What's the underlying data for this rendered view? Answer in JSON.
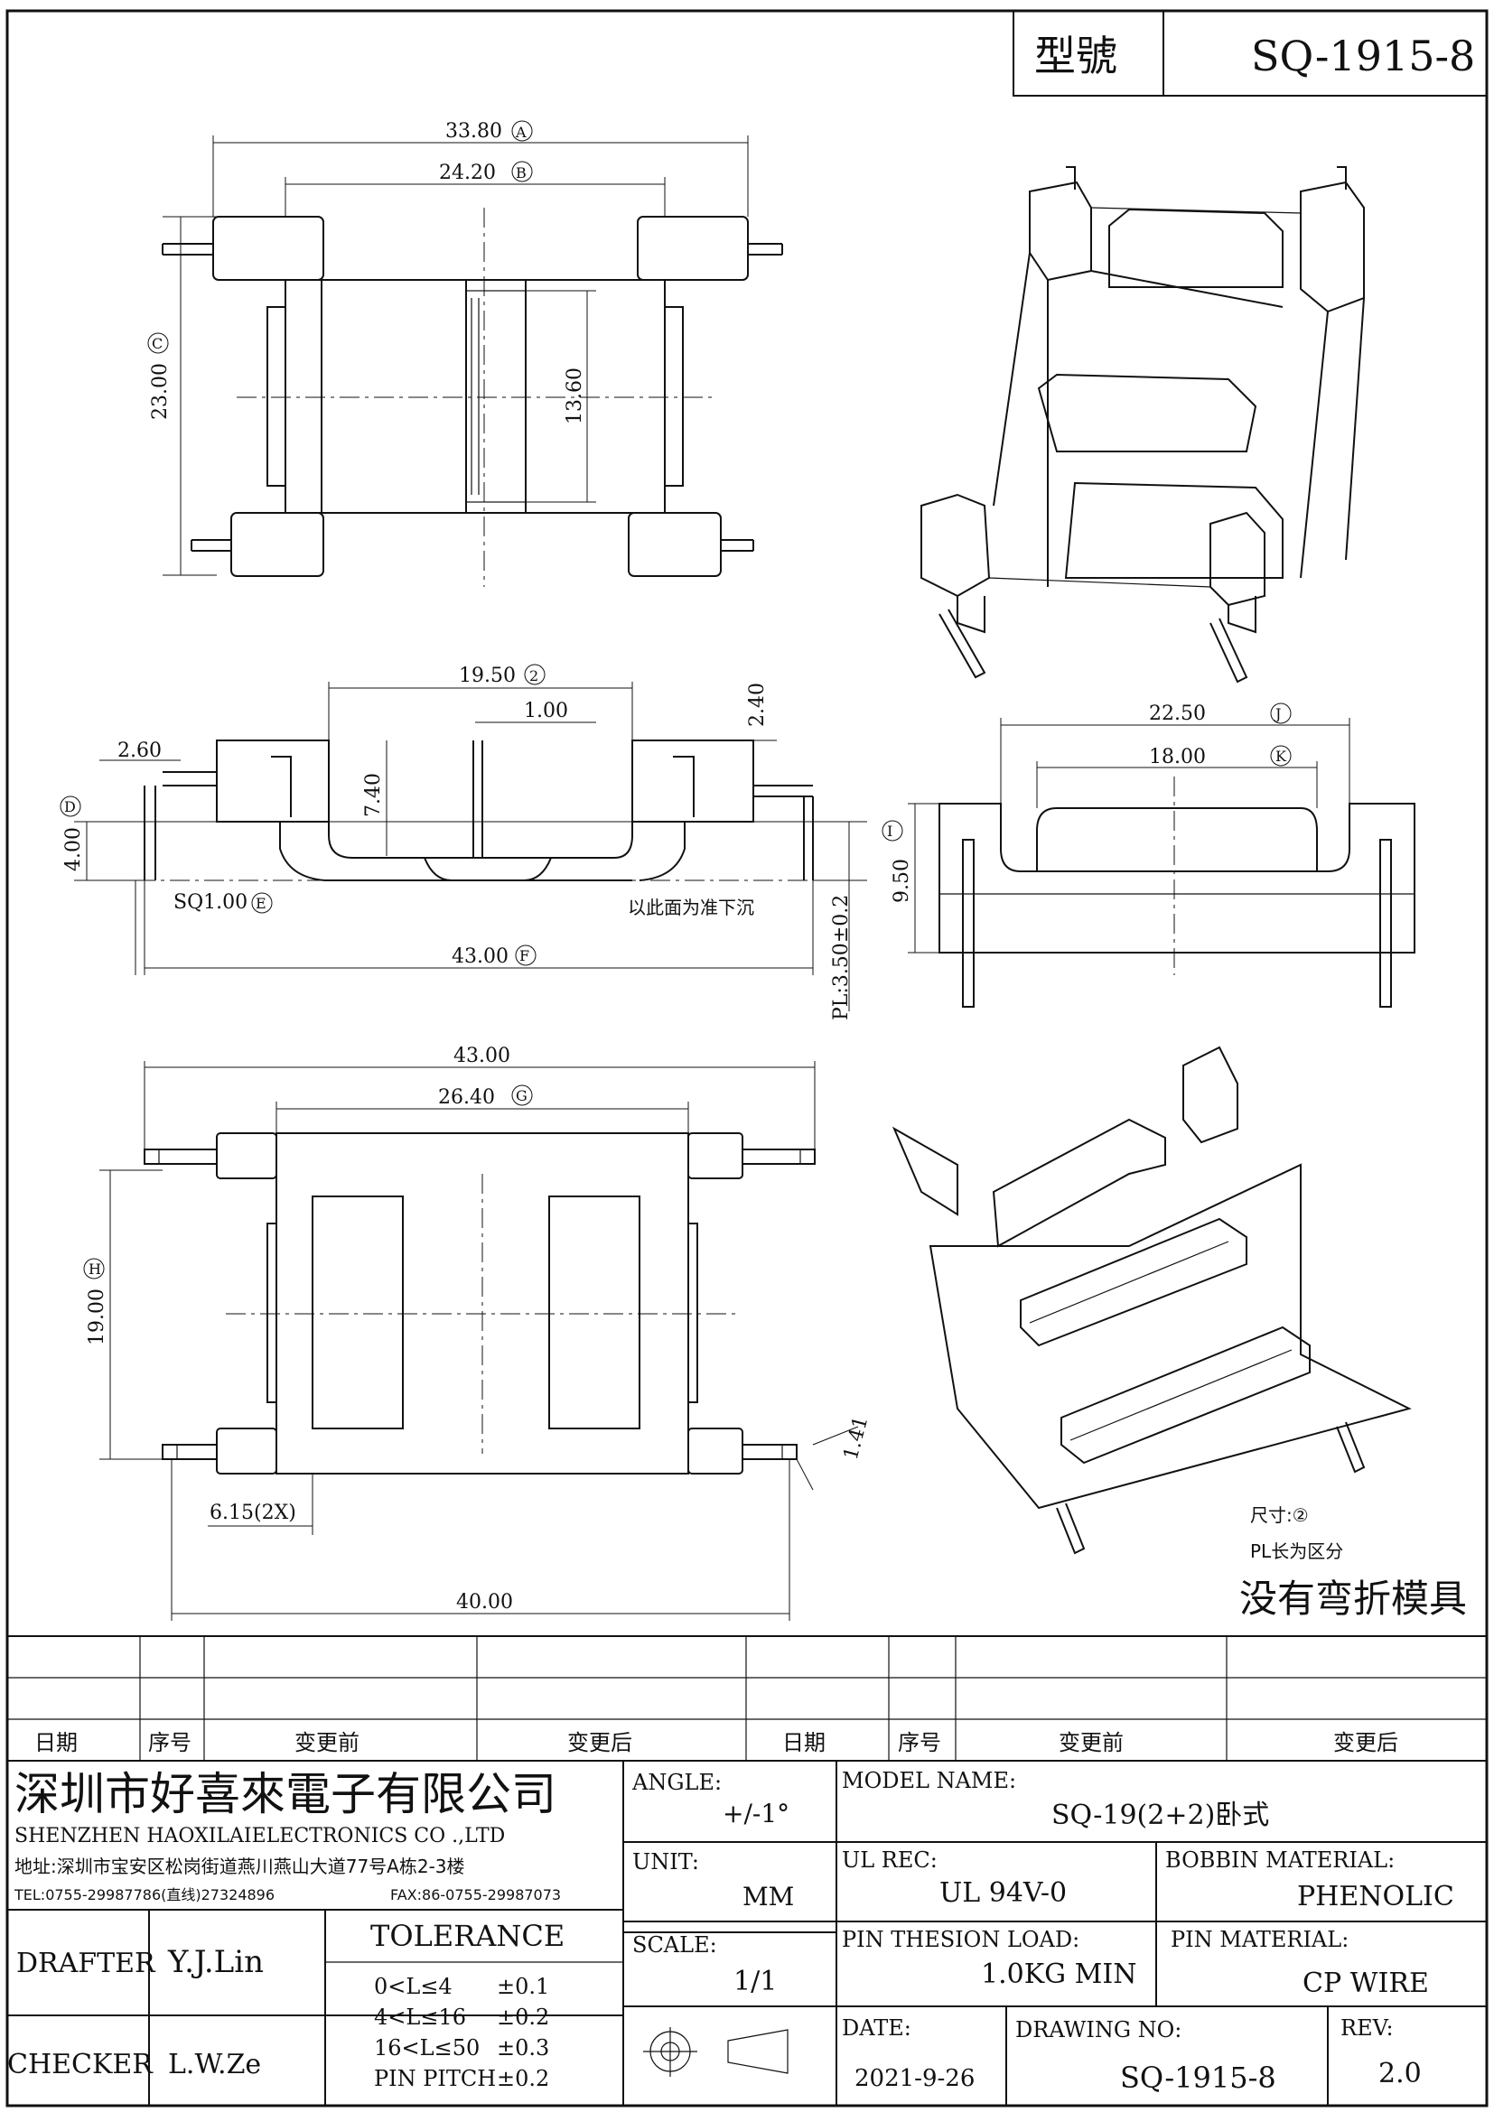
{
  "title_block": {
    "model_label": "型號",
    "model_value": "SQ-1915-8"
  },
  "dimensions": {
    "A": "33.80",
    "A_tag": "A",
    "B": "24.20",
    "B_tag": "B",
    "C": "23.00",
    "C_tag": "C",
    "inner": "13.60",
    "d2": "19.50",
    "d2_tag": "2",
    "d100": "1.00",
    "d240": "2.40",
    "d260": "2.60",
    "d740": "7.40",
    "D_tag": "D",
    "d400": "4.00",
    "E": "SQ1.00",
    "E_tag": "E",
    "F": "43.00",
    "F_tag": "F",
    "PL": "PL:3.50±0.2",
    "J": "22.50",
    "J_tag": "J",
    "K": "18.00",
    "K_tag": "K",
    "I": "9.50",
    "I_tag": "I",
    "top43": "43.00",
    "G": "26.40",
    "G_tag": "G",
    "H": "19.00",
    "H_tag": "H",
    "d141": "1.41",
    "d615": "6.15(2X)",
    "d4000": "40.00"
  },
  "notes": {
    "sink_note": "以此面为准下沉",
    "size_note": "尺寸:②",
    "pl_note": "PL长为区分",
    "no_bend": "没有弯折模具"
  },
  "revision_table": {
    "headers": [
      "日期",
      "序号",
      "变更前",
      "变更后",
      "日期",
      "序号",
      "变更前",
      "变更后"
    ]
  },
  "company": {
    "name_cn": "深圳市好喜來電子有限公司",
    "name_en": "SHENZHEN HAOXILAIELECTRONICS CO .,LTD",
    "address": "地址:深圳市宝安区松岗街道燕川燕山大道77号A栋2-3楼",
    "tel": "TEL:0755-29987786(直线)27324896",
    "fax": "FAX:86-0755-29987073"
  },
  "block": {
    "angle_label": "ANGLE:",
    "angle_value": "+/-1°",
    "unit_label": "UNIT:",
    "unit_value": "MM",
    "scale_label": "SCALE:",
    "scale_value": "1/1",
    "model_name_label": "MODEL NAME:",
    "model_name_value": "SQ-19(2+2)卧式",
    "ul_label": "UL REC:",
    "ul_value": "UL 94V-0",
    "bobbin_label": "BOBBIN MATERIAL:",
    "bobbin_value": "PHENOLIC",
    "pin_load_label": "PIN THESION LOAD:",
    "pin_load_value": "1.0KG MIN",
    "pin_mat_label": "PIN MATERIAL:",
    "pin_mat_value": "CP  WIRE",
    "date_label": "DATE:",
    "date_value": "2021-9-26",
    "drawing_no_label": "DRAWING NO:",
    "drawing_no_value": "SQ-1915-8",
    "rev_label": "REV:",
    "rev_value": "2.0",
    "drafter_label": "DRAFTER",
    "drafter_value": "Y.J.Lin",
    "checker_label": "CHECKER",
    "checker_value": "L.W.Ze",
    "tolerance_label": "TOLERANCE",
    "tol1": "0<L≤4",
    "tol1v": "±0.1",
    "tol2": "4<L≤16",
    "tol2v": "±0.2",
    "tol3": "16<L≤50",
    "tol3v": "±0.3",
    "tol4": "PIN PITCH",
    "tol4v": "±0.2"
  }
}
